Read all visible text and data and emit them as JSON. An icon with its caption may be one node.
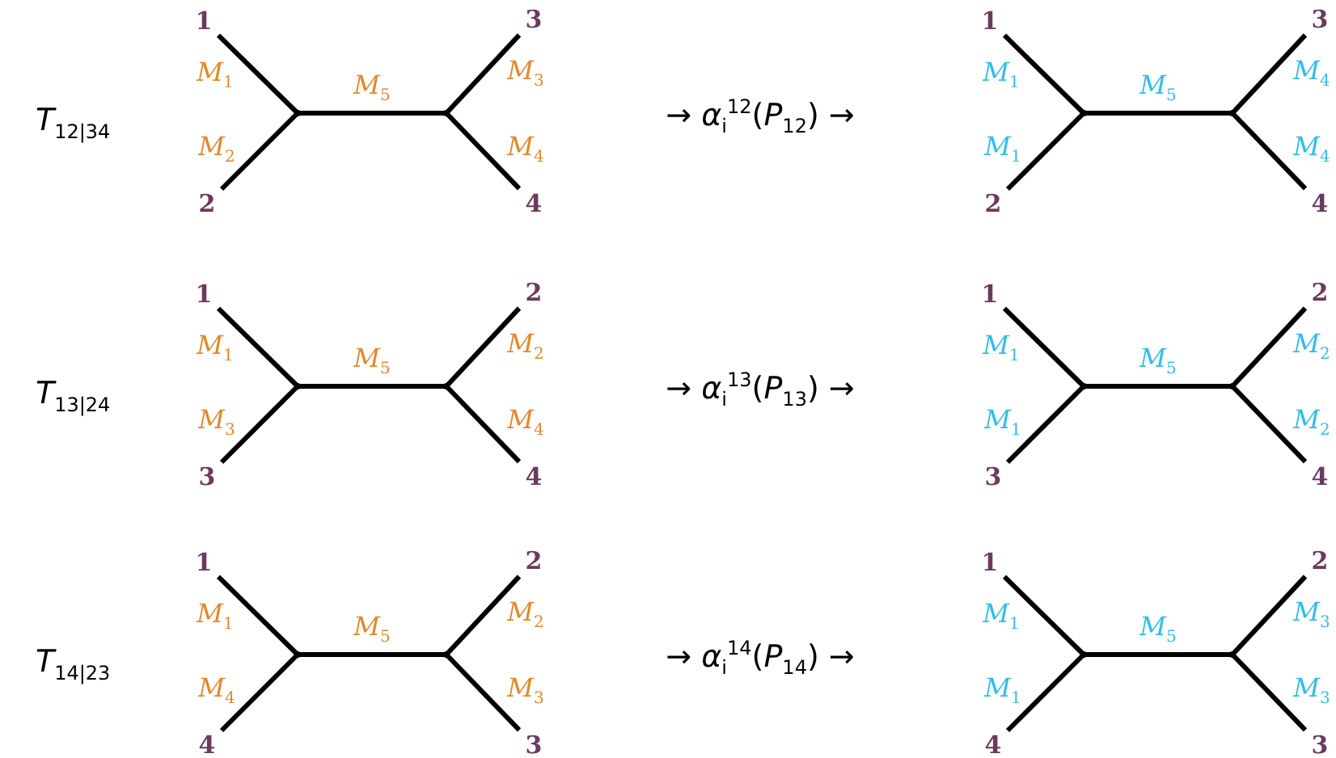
{
  "diagram": {
    "nodes": [
      {
        "text": [
          "1"
        ]
      },
      {
        "text": [
          "2"
        ]
      },
      {
        "text": [],
        "shape": "point"
      },
      {
        "text": [],
        "shape": "point"
      },
      {
        "text": [
          "3"
        ]
      },
      {
        "text": [
          "4"
        ]
      },
      {
        "text": [
          "1"
        ]
      },
      {
        "text": [
          "2"
        ]
      },
      {
        "text": [],
        "shape": "point"
      },
      {
        "text": [],
        "shape": "point"
      },
      {
        "text": [
          "3"
        ]
      },
      {
        "text": [
          "4"
        ]
      },
      {
        "text": [
          "1"
        ]
      },
      {
        "text": [
          "3"
        ]
      },
      {
        "text": [],
        "shape": "point"
      },
      {
        "text": [],
        "shape": "point"
      },
      {
        "text": [
          "2"
        ]
      },
      {
        "text": [
          "4"
        ]
      },
      {
        "text": [
          "1"
        ]
      },
      {
        "text": [
          "3"
        ]
      },
      {
        "text": [],
        "shape": "point"
      },
      {
        "text": [],
        "shape": "point"
      },
      {
        "text": [
          "2"
        ]
      },
      {
        "text": [
          "4"
        ]
      },
      {
        "text": [
          "1"
        ]
      },
      {
        "text": [
          "4"
        ]
      },
      {
        "text": [],
        "shape": "point"
      },
      {
        "text": [],
        "shape": "point"
      },
      {
        "text": [
          "2"
        ]
      },
      {
        "text": [
          "3"
        ]
      },
      {
        "text": [
          "1"
        ]
      },
      {
        "text": [
          "4"
        ]
      },
      {
        "text": [],
        "shape": "point"
      },
      {
        "text": [],
        "shape": "point"
      },
      {
        "text": [
          "2"
        ]
      },
      {
        "text": [
          "3"
        ]
      }
    ],
    "edges": [
      {
        "from": 0,
        "to": 2,
        "arrow": "none",
        "label": "*M*$_{1}$"
      },
      {
        "from": 1,
        "to": 2,
        "arrow": "none",
        "label": "*M*$_{2}$"
      },
      {
        "from": 2,
        "to": 3,
        "arrow": "none",
        "label": "*M*$_{5}$"
      },
      {
        "from": 3,
        "to": 4,
        "arrow": "none",
        "label": "*M*$_{3}$"
      },
      {
        "from": 3,
        "to": 5,
        "arrow": "none",
        "label": "*M*$_{4}$"
      },
      {
        "from": 6,
        "to": 8,
        "arrow": "none",
        "label": "*M*$_{1}$"
      },
      {
        "from": 7,
        "to": 8,
        "arrow": "none",
        "label": "*M*$_{1}$"
      },
      {
        "from": 8,
        "to": 9,
        "arrow": "none",
        "label": "*M*$_{5}$"
      },
      {
        "from": 9,
        "to": 10,
        "arrow": "none",
        "label": "*M*$_{4}$"
      },
      {
        "from": 9,
        "to": 11,
        "arrow": "none",
        "label": "*M*$_{4}$"
      },
      {
        "from": 12,
        "to": 14,
        "arrow": "none",
        "label": "*M*$_{1}$"
      },
      {
        "from": 13,
        "to": 14,
        "arrow": "none",
        "label": "*M*$_{3}$"
      },
      {
        "from": 14,
        "to": 15,
        "arrow": "none",
        "label": "*M*$_{5}$"
      },
      {
        "from": 15,
        "to": 16,
        "arrow": "none",
        "label": "*M*$_{2}$"
      },
      {
        "from": 15,
        "to": 17,
        "arrow": "none",
        "label": "*M*$_{4}$"
      },
      {
        "from": 18,
        "to": 20,
        "arrow": "none",
        "label": "*M*$_{1}$"
      },
      {
        "from": 19,
        "to": 20,
        "arrow": "none",
        "label": "*M*$_{1}$"
      },
      {
        "from": 20,
        "to": 21,
        "arrow": "none",
        "label": "*M*$_{5}$"
      },
      {
        "from": 21,
        "to": 22,
        "arrow": "none",
        "label": "*M*$_{2}$"
      },
      {
        "from": 21,
        "to": 23,
        "arrow": "none",
        "label": "*M*$_{2}$"
      },
      {
        "from": 24,
        "to": 26,
        "arrow": "none",
        "label": "*M*$_{1}$"
      },
      {
        "from": 25,
        "to": 26,
        "arrow": "none",
        "label": "*M*$_{4}$"
      },
      {
        "from": 26,
        "to": 27,
        "arrow": "none",
        "label": "*M*$_{5}$"
      },
      {
        "from": 27,
        "to": 28,
        "arrow": "none",
        "label": "*M*$_{2}$"
      },
      {
        "from": 27,
        "to": 29,
        "arrow": "none",
        "label": "*M*$_{3}$"
      },
      {
        "from": 30,
        "to": 32,
        "arrow": "none",
        "label": "*M*$_{1}$"
      },
      {
        "from": 31,
        "to": 32,
        "arrow": "none",
        "label": "*M*$_{1}$"
      },
      {
        "from": 32,
        "to": 33,
        "arrow": "none",
        "label": "*M*$_{5}$"
      },
      {
        "from": 33,
        "to": 34,
        "arrow": "none",
        "label": "*M*$_{3}$"
      },
      {
        "from": 33,
        "to": 35,
        "arrow": "none",
        "label": "*M*$_{3}$"
      }
    ],
    "labels": [
      "*T*$_{12|34}$",
      "→ *α*$_{i}$$^{12}$(*P*$_{12}$) →",
      "*T*$_{13|24}$",
      "→ *α*$_{i}$$^{13}$(*P*$_{13}$) →",
      "*T*$_{14|23}$",
      "→ *α*$_{i}$$^{14}$(*P*$_{14}$) →"
    ]
  }
}
